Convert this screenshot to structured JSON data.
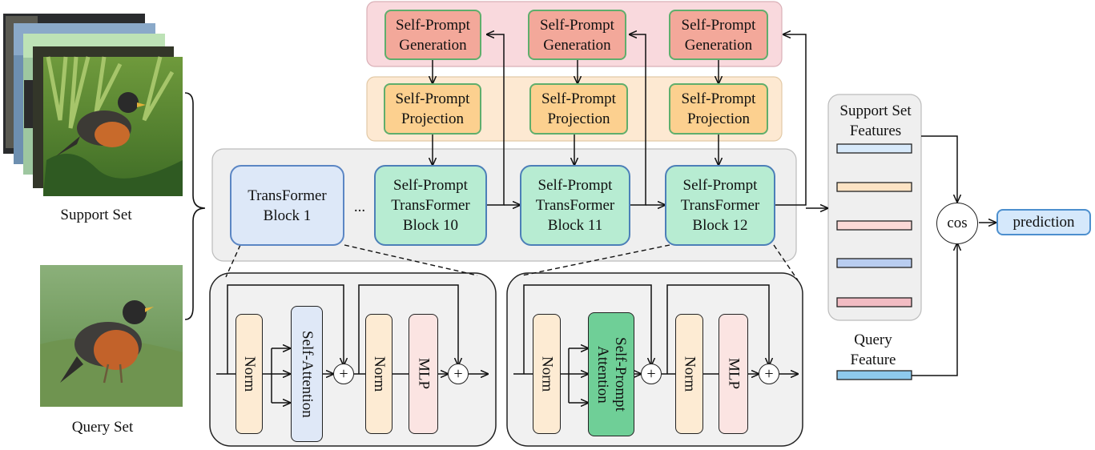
{
  "prompt_row": {
    "generation_line1": "Self-Prompt",
    "generation_line2": "Generation",
    "projection_line1": "Self-Prompt",
    "projection_line2": "Projection"
  },
  "blocks": {
    "block1_line1": "TransFormer",
    "block1_line2": "Block 1",
    "ellipsis": "...",
    "sp_line1": "Self-Prompt",
    "sp_line2": "TransFormer",
    "block10": "Block 10",
    "block11": "Block 11",
    "block12": "Block 12"
  },
  "inputs": {
    "support_set": "Support Set",
    "query_set": "Query Set"
  },
  "detail_left": {
    "norm1": "Norm",
    "attention": "Self-Attention",
    "norm2": "Norm",
    "mlp": "MLP",
    "plus": "+"
  },
  "detail_right": {
    "norm1": "Norm",
    "attention": "Self-Prompt Attention",
    "norm2": "Norm",
    "mlp": "MLP",
    "plus": "+"
  },
  "features": {
    "support_title": "Support Set Features",
    "query_line1": "Query",
    "query_line2": "Feature",
    "bar_colors": [
      "#d7e9fa",
      "#fde3c4",
      "#fbd9d6",
      "#b9cdf0",
      "#f2bcc3"
    ],
    "query_bar_color": "#8ec9ec"
  },
  "head": {
    "cos": "cos",
    "prediction": "prediction"
  },
  "colors": {
    "prompt_gen_bg": "#f9d9dd",
    "prompt_proj_bg": "#fde9d2",
    "backbone_bg": "#efefef",
    "detail_bg": "#f1f1f1"
  }
}
